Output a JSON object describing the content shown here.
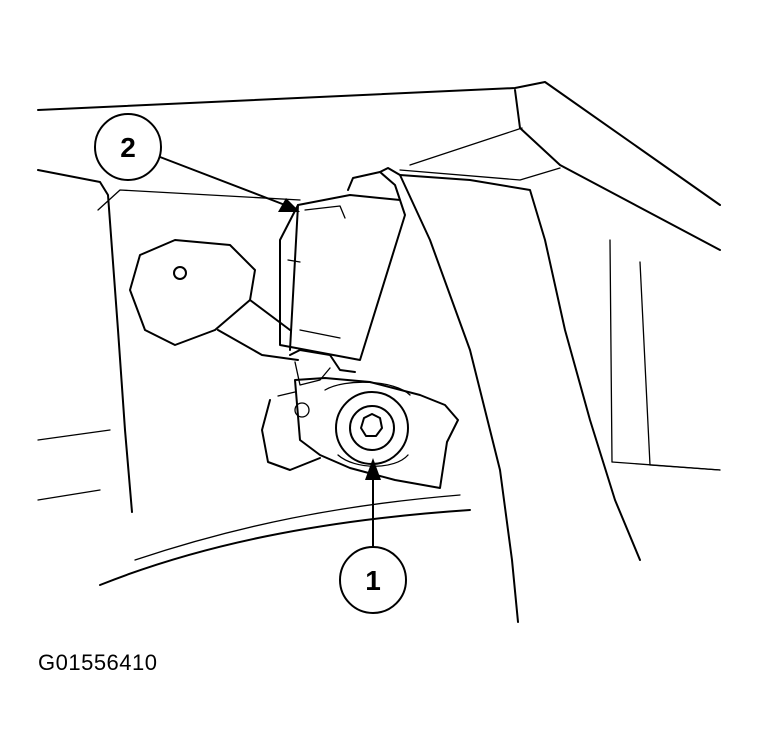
{
  "callouts": [
    {
      "id": "1",
      "label": "1"
    },
    {
      "id": "2",
      "label": "2"
    }
  ],
  "figure_id": "G01556410"
}
